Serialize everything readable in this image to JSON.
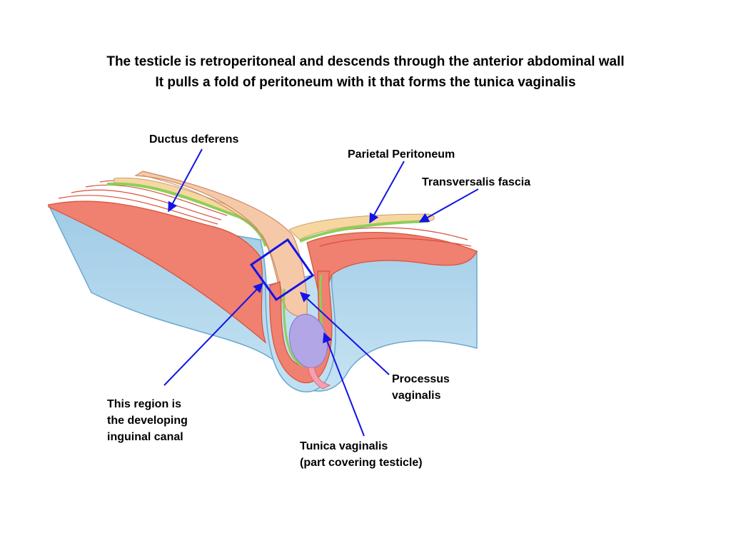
{
  "title": {
    "line1": "The testicle is retroperitoneal and descends through the anterior abdominal wall",
    "line2": "It pulls a fold of peritoneum with it that forms the tunica vaginalis"
  },
  "labels": {
    "ductus_deferens": "Ductus deferens",
    "parietal_peritoneum": "Parietal Peritoneum",
    "transversalis_fascia": "Transversalis fascia",
    "processus_vaginalis": [
      "Processus",
      "vaginalis"
    ],
    "tunica_vaginalis": [
      "Tunica vaginalis",
      "(part covering testicle)"
    ],
    "inguinal_canal": [
      "This region is",
      "the developing",
      "inguinal canal"
    ]
  },
  "colors": {
    "arrow": "#1414e6",
    "muscle": "#f08070",
    "muscle_dark": "#d8503a",
    "fascia": "#8ccf5a",
    "peritoneum": "#f7d7a0",
    "skin_blue": "#a8d4ec",
    "testis": "#b3a6e6"
  }
}
